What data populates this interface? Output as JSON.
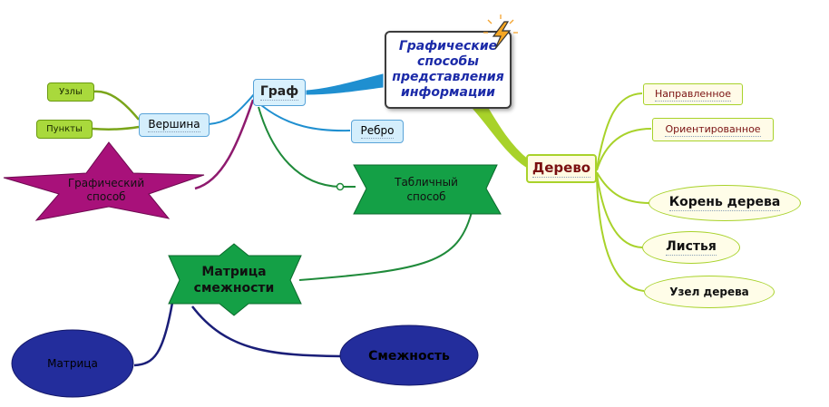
{
  "central": {
    "line1": "Графические",
    "line2": "способы",
    "line3": "представления",
    "line4": "информации",
    "icon": "lightning-icon"
  },
  "graf": {
    "label": "Граф"
  },
  "vershina": {
    "label": "Вершина"
  },
  "uzly": {
    "label": "Узлы"
  },
  "punkty": {
    "label": "Пункты"
  },
  "rebro": {
    "label": "Ребро"
  },
  "graficheskiy": {
    "line1": "Графический",
    "line2": "способ"
  },
  "tablichnyy": {
    "line1": "Табличный",
    "line2": "способ"
  },
  "matrica_smezhnosti": {
    "line1": "Матрица",
    "line2": "смежности"
  },
  "matrica": {
    "label": "Матрица"
  },
  "smezhnost": {
    "label": "Смежность"
  },
  "derevo": {
    "label": "Дерево"
  },
  "napravlennoe": {
    "label": "Направленное"
  },
  "orientirovannoe": {
    "label": "Ориентированное"
  },
  "koren": {
    "label": "Корень дерева"
  },
  "listya": {
    "label": "Листья"
  },
  "uzel_dereva": {
    "label": "Узел дерева"
  },
  "colors": {
    "blue_link": "#1f8fd0",
    "olive_link": "#7aa51a",
    "green_link": "#1f8a3a",
    "purple_link": "#8e1a6e",
    "navy_link": "#1a1e78",
    "lime_link": "#a8d22a",
    "magenta_star": "#a8117a",
    "green_star": "#14a046",
    "navy_ellipse": "#232d9c"
  }
}
